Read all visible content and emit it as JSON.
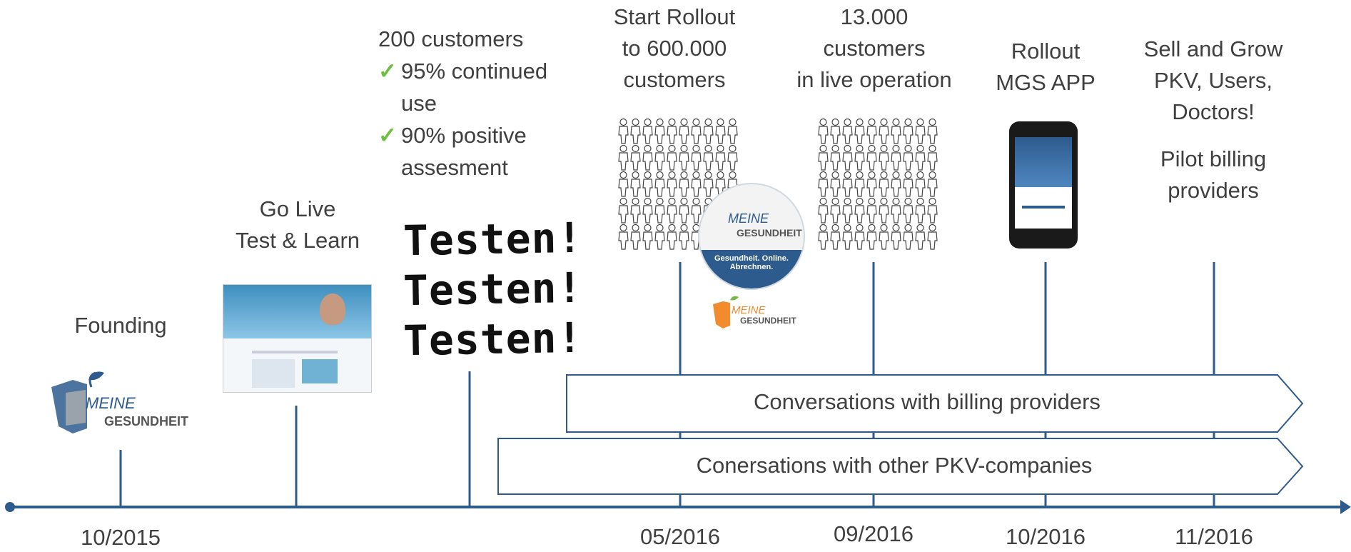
{
  "colors": {
    "axis": "#2e5b8e",
    "text": "#404040",
    "check": "#6cbf3f",
    "arrow_border": "#2e5b8e"
  },
  "milestones": {
    "founding": {
      "label": "Founding",
      "date": "10/2015"
    },
    "golive": {
      "label_line1": "Go Live",
      "label_line2": "Test & Learn"
    },
    "testen": {
      "customers": "200 customers",
      "bullet1": "95% continued use",
      "bullet2": "90% positive assesment",
      "word": "Testen!"
    },
    "rollout": {
      "line1": "Start Rollout",
      "line2": "to 600.000",
      "line3": "customers",
      "date": "05/2016"
    },
    "live": {
      "line1": "13.000",
      "line2": "customers",
      "line3": "in live operation",
      "date": "09/2016"
    },
    "app": {
      "line1": "Rollout",
      "line2": "MGS APP",
      "date": "10/2016"
    },
    "grow": {
      "line1": "Sell and Grow",
      "line2": "PKV, Users,",
      "line3": "Doctors!",
      "line4": "Pilot billing",
      "line5": "providers",
      "date": "11/2016"
    }
  },
  "arrows": {
    "billing": "Conversations with billing providers",
    "pkv": "Conersations with other PKV-companies"
  },
  "logo": {
    "meine": "MEINE",
    "gesundheit": "GESUNDHEIT",
    "tagline1": "Gesundheit. Online.",
    "tagline2": "Abrechnen."
  },
  "icons": {
    "check": "check-icon",
    "people": "people-crowd-icon",
    "phone": "smartphone-icon"
  }
}
